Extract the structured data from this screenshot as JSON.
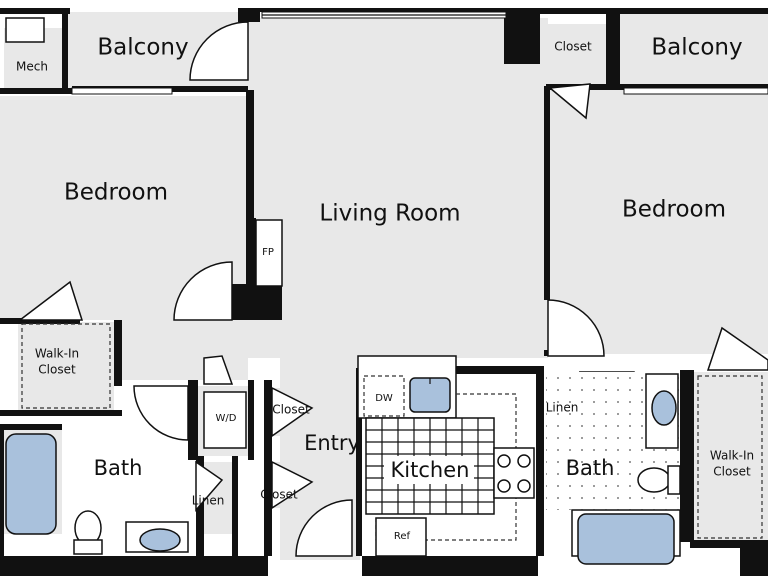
{
  "rooms": {
    "mech": "Mech",
    "balcony_left": "Balcony",
    "balcony_right": "Balcony",
    "closet_top": "Closet",
    "bedroom_left": "Bedroom",
    "bedroom_right": "Bedroom",
    "living_room": "Living Room",
    "fireplace": "FP",
    "walkin_closet_left": "Walk-In Closet",
    "walkin_closet_right": "Walk-In Closet",
    "bath_left": "Bath",
    "bath_right": "Bath",
    "washer_dryer": "W/D",
    "closet_entry_upper": "Closet",
    "closet_entry_lower": "Closet",
    "linen_left": "Linen",
    "linen_right": "Linen",
    "entry": "Entry",
    "kitchen": "Kitchen",
    "dishwasher": "DW",
    "refrigerator": "Ref"
  },
  "colors": {
    "room_fill": "#e8e8e8",
    "wall": "#111111",
    "fixture_fill": "#a9c1dc"
  }
}
